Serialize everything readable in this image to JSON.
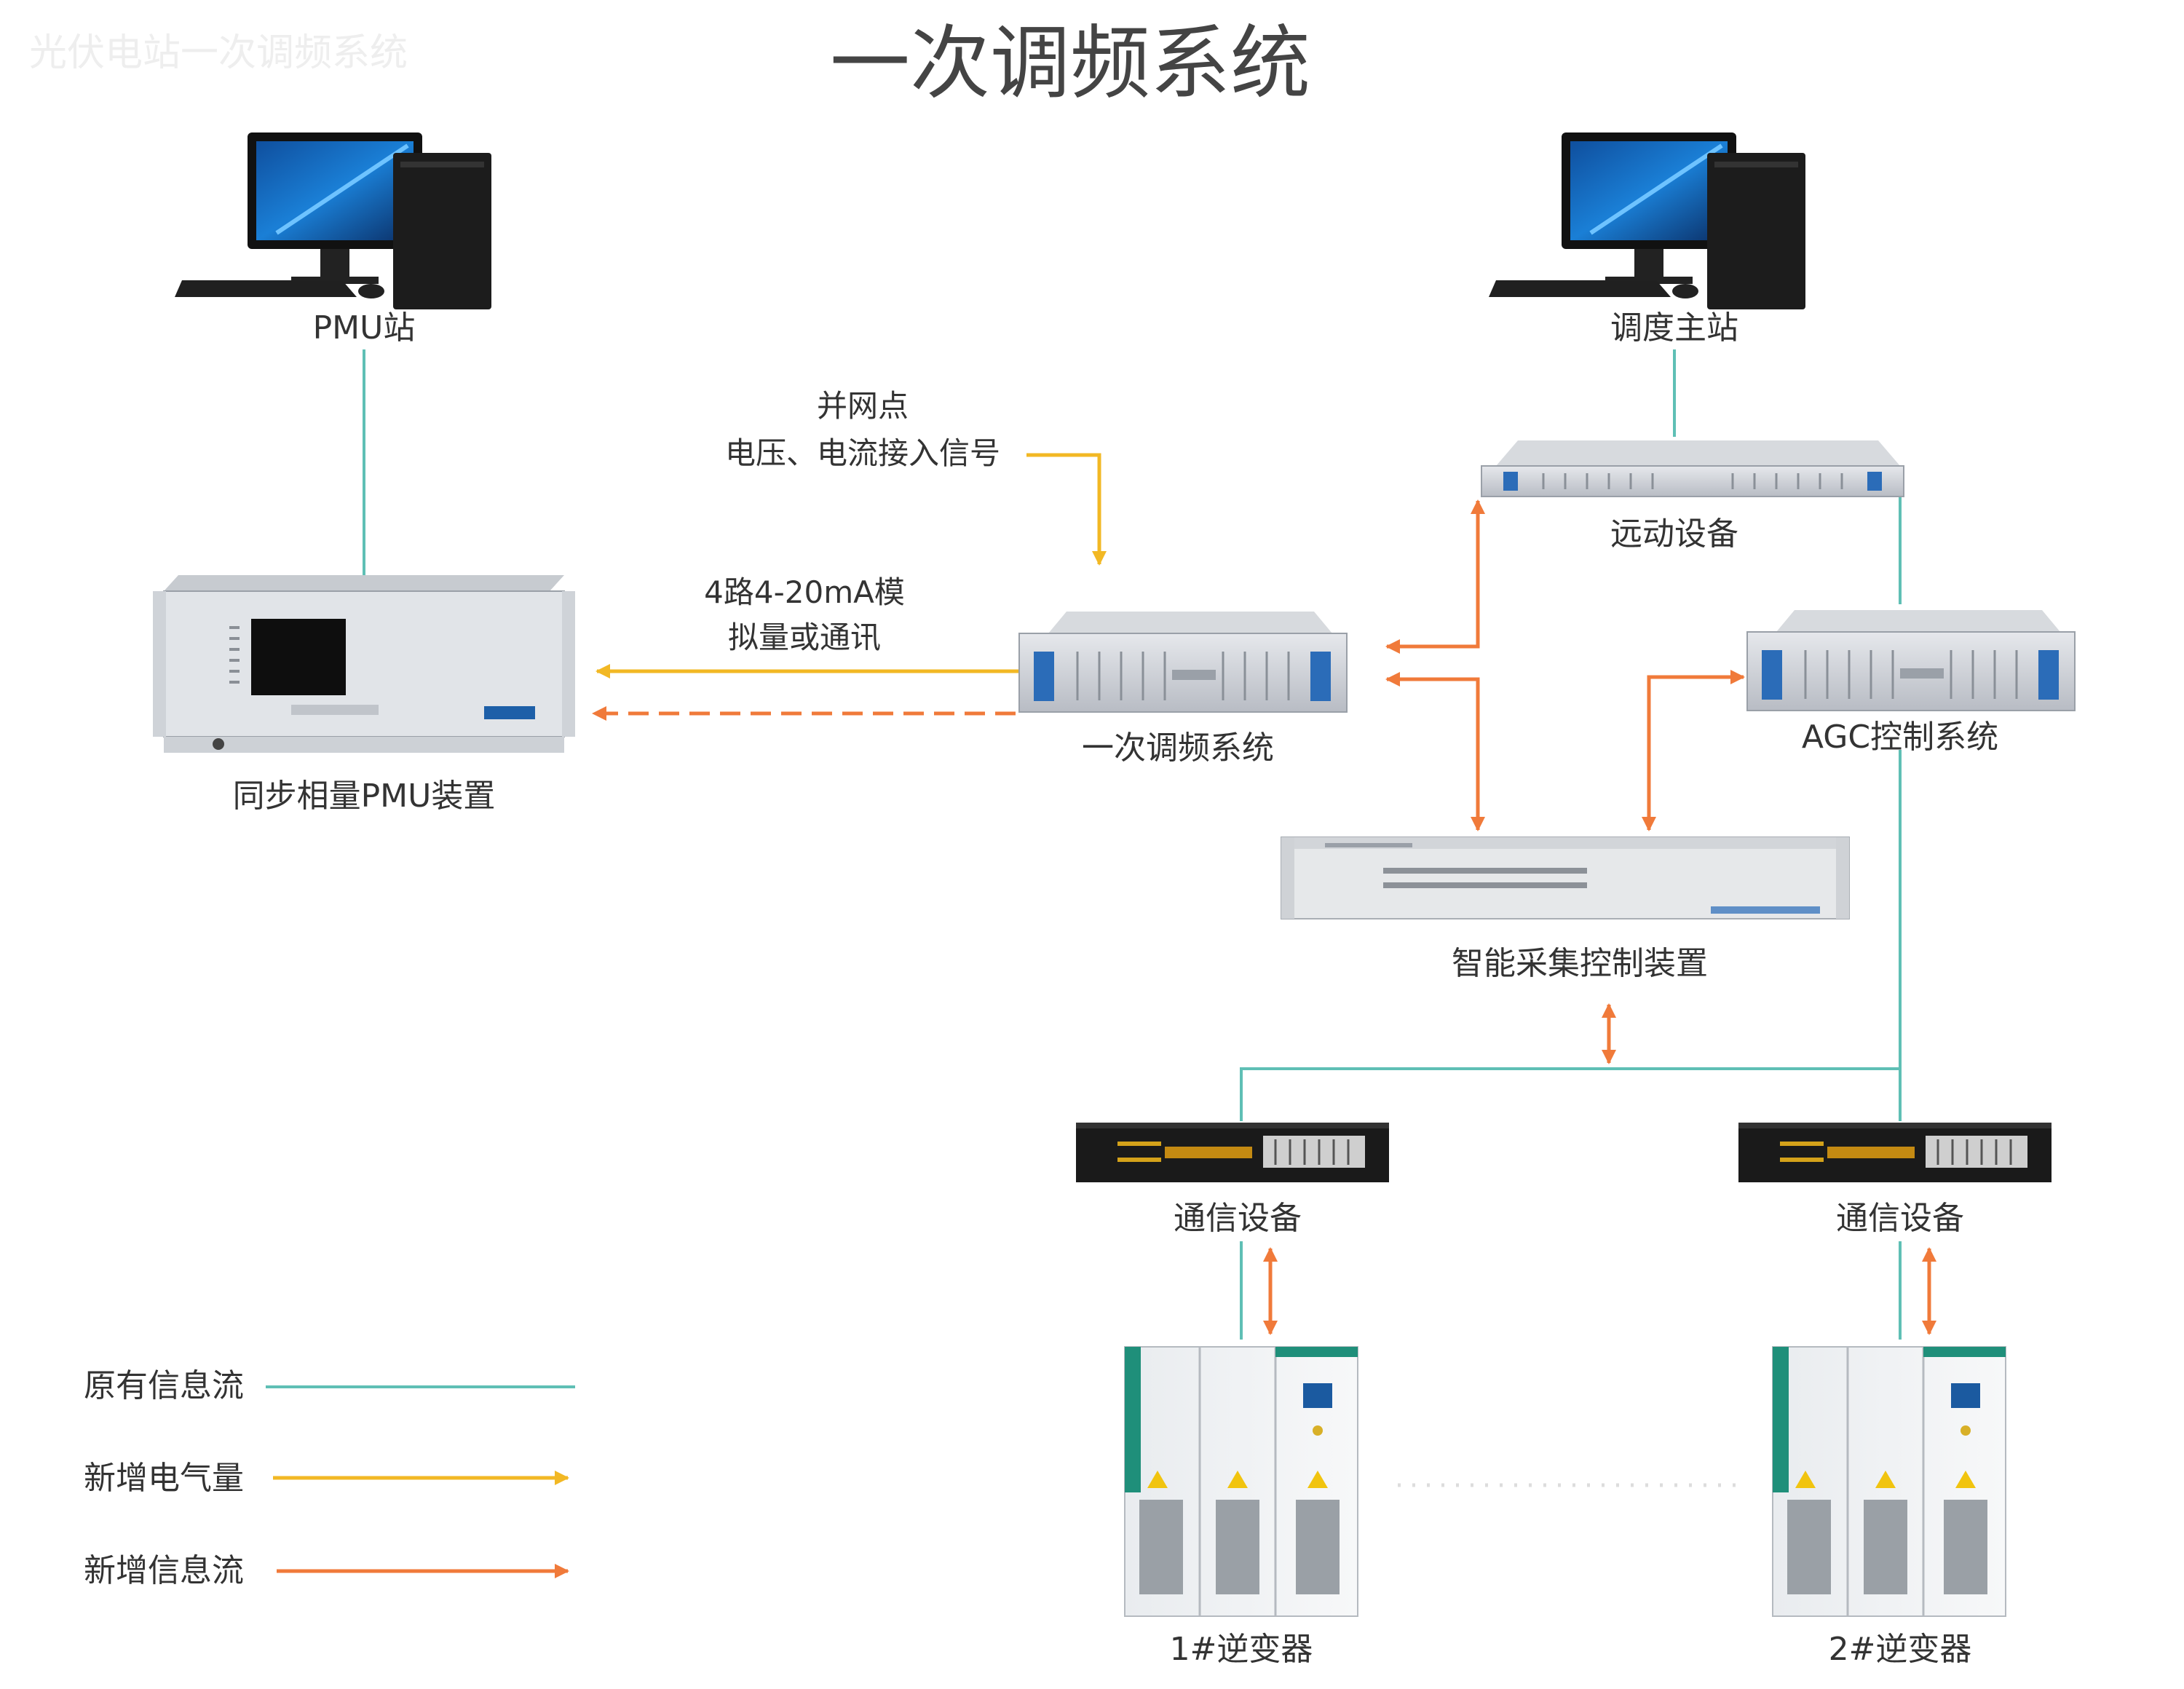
{
  "watermark": "光伏电站一次调频系统",
  "title": "一次调频系统",
  "labels": {
    "pmu_station": "PMU站",
    "dispatch": "调度主站",
    "grid_point_line1": "并网点",
    "grid_point_line2": "电压、电流接入信号",
    "signal_line1": "4路4-20mA模",
    "signal_line2": "拟量或通讯",
    "telecontrol": "远动设备",
    "pmu_device": "同步相量PMU装置",
    "pfr_system": "一次调频系统",
    "agc_system": "AGC控制系统",
    "smart_collector": "智能采集控制装置",
    "comm_left": "通信设备",
    "comm_right": "通信设备",
    "inverter1": "1#逆变器",
    "inverter2": "2#逆变器"
  },
  "legend": [
    {
      "label": "原有信息流",
      "color": "#5fbfb5"
    },
    {
      "label": "新增电气量",
      "color": "#f2b824"
    },
    {
      "label": "新增信息流",
      "color": "#f07a3a"
    }
  ],
  "colors": {
    "original": "#5fbfb5",
    "electric": "#f2b824",
    "info": "#f07a3a"
  }
}
